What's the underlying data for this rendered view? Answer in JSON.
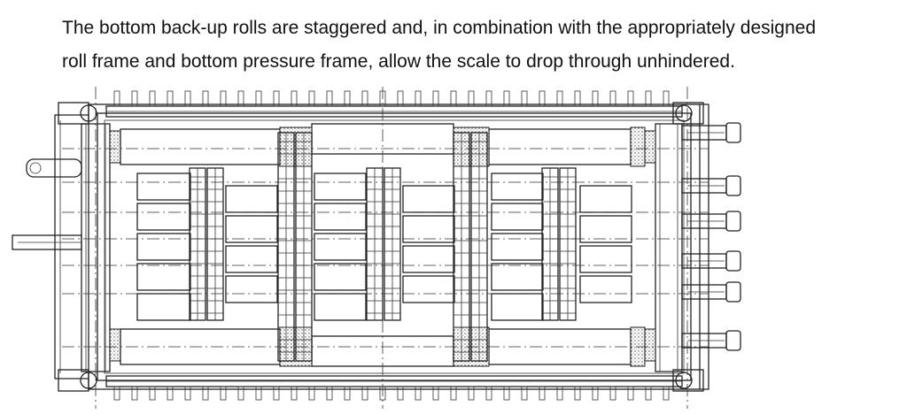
{
  "caption": {
    "line1": "The bottom back-up rolls are staggered and, in combination with the appropriately designed",
    "line2": "roll frame and bottom pressure frame, allow the scale to drop through unhindered."
  },
  "drawing": {
    "subject": "roll frame with staggered bottom back-up rolls (technical line drawing)",
    "line_color": "#222222"
  }
}
